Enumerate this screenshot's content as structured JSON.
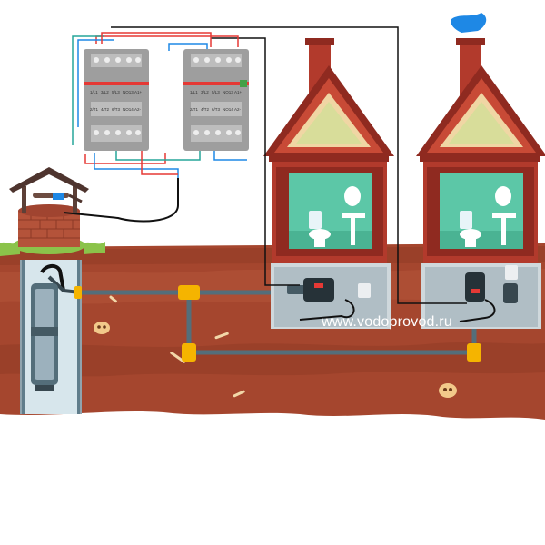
{
  "watermark": "www.vodoprovod.ru",
  "contactor_labels": {
    "top_left": [
      "1/L1",
      "3/L2",
      "5/L3",
      "NO13",
      "A1+"
    ],
    "bottom_left": [
      "2/T1",
      "4/T2",
      "6/T3",
      "NO14",
      "A2-"
    ],
    "top_right": [
      "1/L1",
      "3/L2",
      "5/L3",
      "NO13",
      "A1+"
    ],
    "bottom_right": [
      "2/T1",
      "4/T2",
      "6/T3",
      "NO14",
      "A2-"
    ]
  },
  "colors": {
    "soil": "#a5462e",
    "grass": "#8bc34a",
    "pipe": "#546e7a",
    "fitting": "#f5b400",
    "house_wall": "#b23a2c",
    "room_wall": "#5cc7a7",
    "wire_red": "#e53935",
    "wire_blue": "#1e88e5",
    "wire_black": "#111111",
    "contactor_body": "#9e9e9e",
    "contactor_red_bar": "#e53935"
  },
  "icons": [
    "well-icon",
    "submersible-pump-icon",
    "contactor-icon",
    "circulation-pump-icon",
    "toilet-icon",
    "sink-icon",
    "bone-icon"
  ]
}
